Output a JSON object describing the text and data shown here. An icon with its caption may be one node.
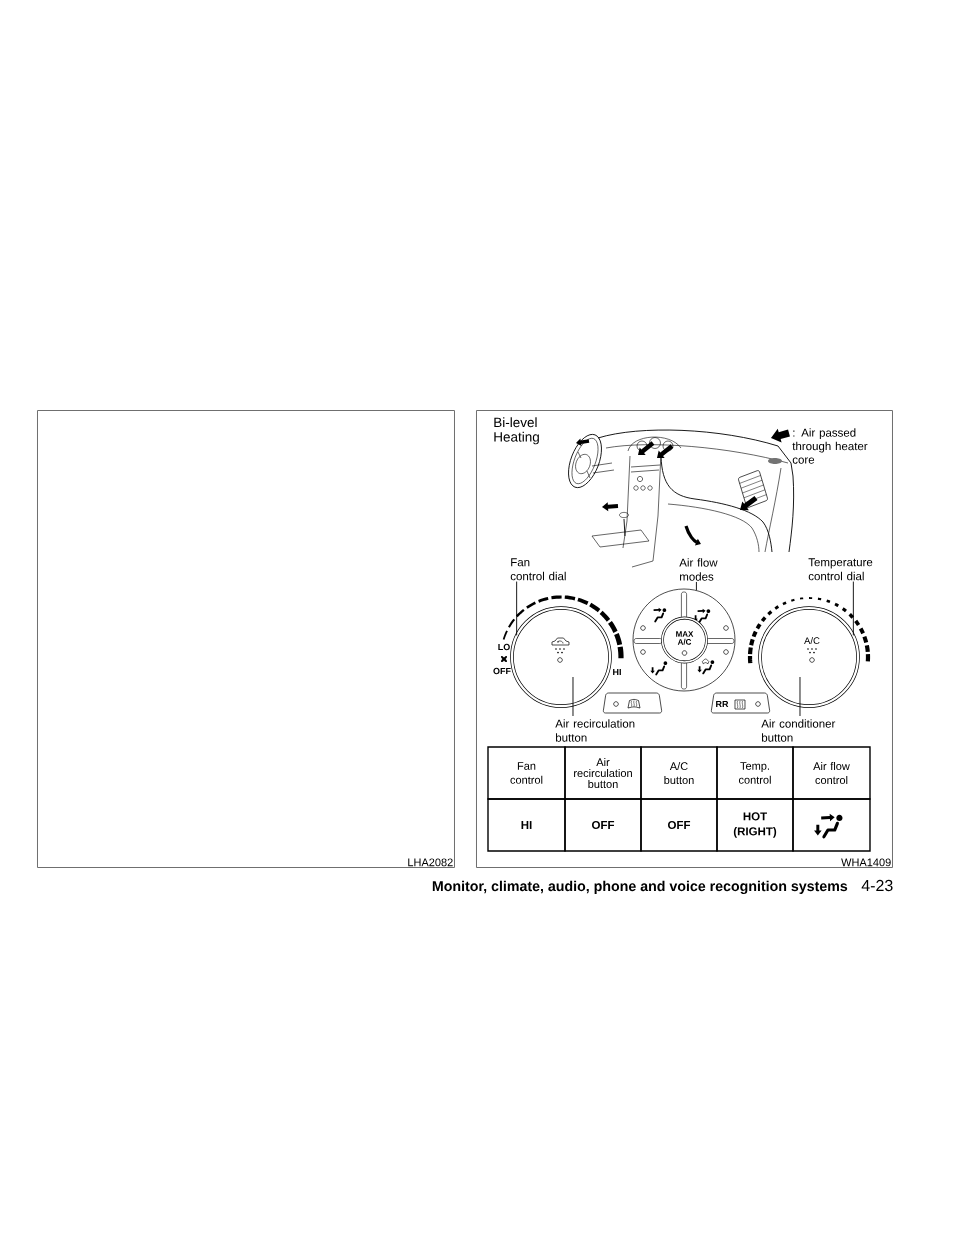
{
  "diagram": {
    "title": "Bi-level Heating",
    "nodes": [
      {
        "text": [
          "LHA2082"
        ]
      },
      {
        "text": [
          "WHA1409"
        ]
      },
      {
        "text": [
          "Fan control dial"
        ],
        "in": 1
      },
      {
        "text": [],
        "shape": "circle",
        "in": 1,
        "beside": [
          "LO",
          "OFF",
          "HI"
        ]
      },
      {
        "text": [
          "Air flow modes"
        ],
        "in": 1
      },
      {
        "text": [],
        "shape": "circle",
        "in": 1
      },
      {
        "text": [
          "Temperature control dial"
        ],
        "in": 1
      },
      {
        "text": [],
        "shape": "circle",
        "in": 1
      },
      {
        "text": [
          "Air recirculation button"
        ],
        "in": 1
      },
      {
        "text": [
          "Air conditioner button"
        ],
        "in": 1
      }
    ],
    "edges": [
      {
        "from": 2,
        "to": 3,
        "arrow": "none"
      },
      {
        "from": 4,
        "to": 5,
        "arrow": "none"
      },
      {
        "from": 6,
        "to": 7,
        "arrow": "none"
      },
      {
        "from": 8,
        "to": 3,
        "arrow": "none"
      },
      {
        "from": 9,
        "to": 7,
        "arrow": "none"
      }
    ],
    "labels": [
      "MAX A/C",
      "A/C",
      "RR",
      "Fan control",
      "Air recirculation button",
      "A/C button",
      "Temp. control",
      "Air flow control",
      "HI",
      "OFF",
      "OFF",
      "HOT (RIGHT)",
      "Monitor, climate, audio, phone and voice recognition systems",
      "4-23"
    ],
    "legend": [
      {
        "text": ": Air passed through heater core"
      }
    ]
  }
}
